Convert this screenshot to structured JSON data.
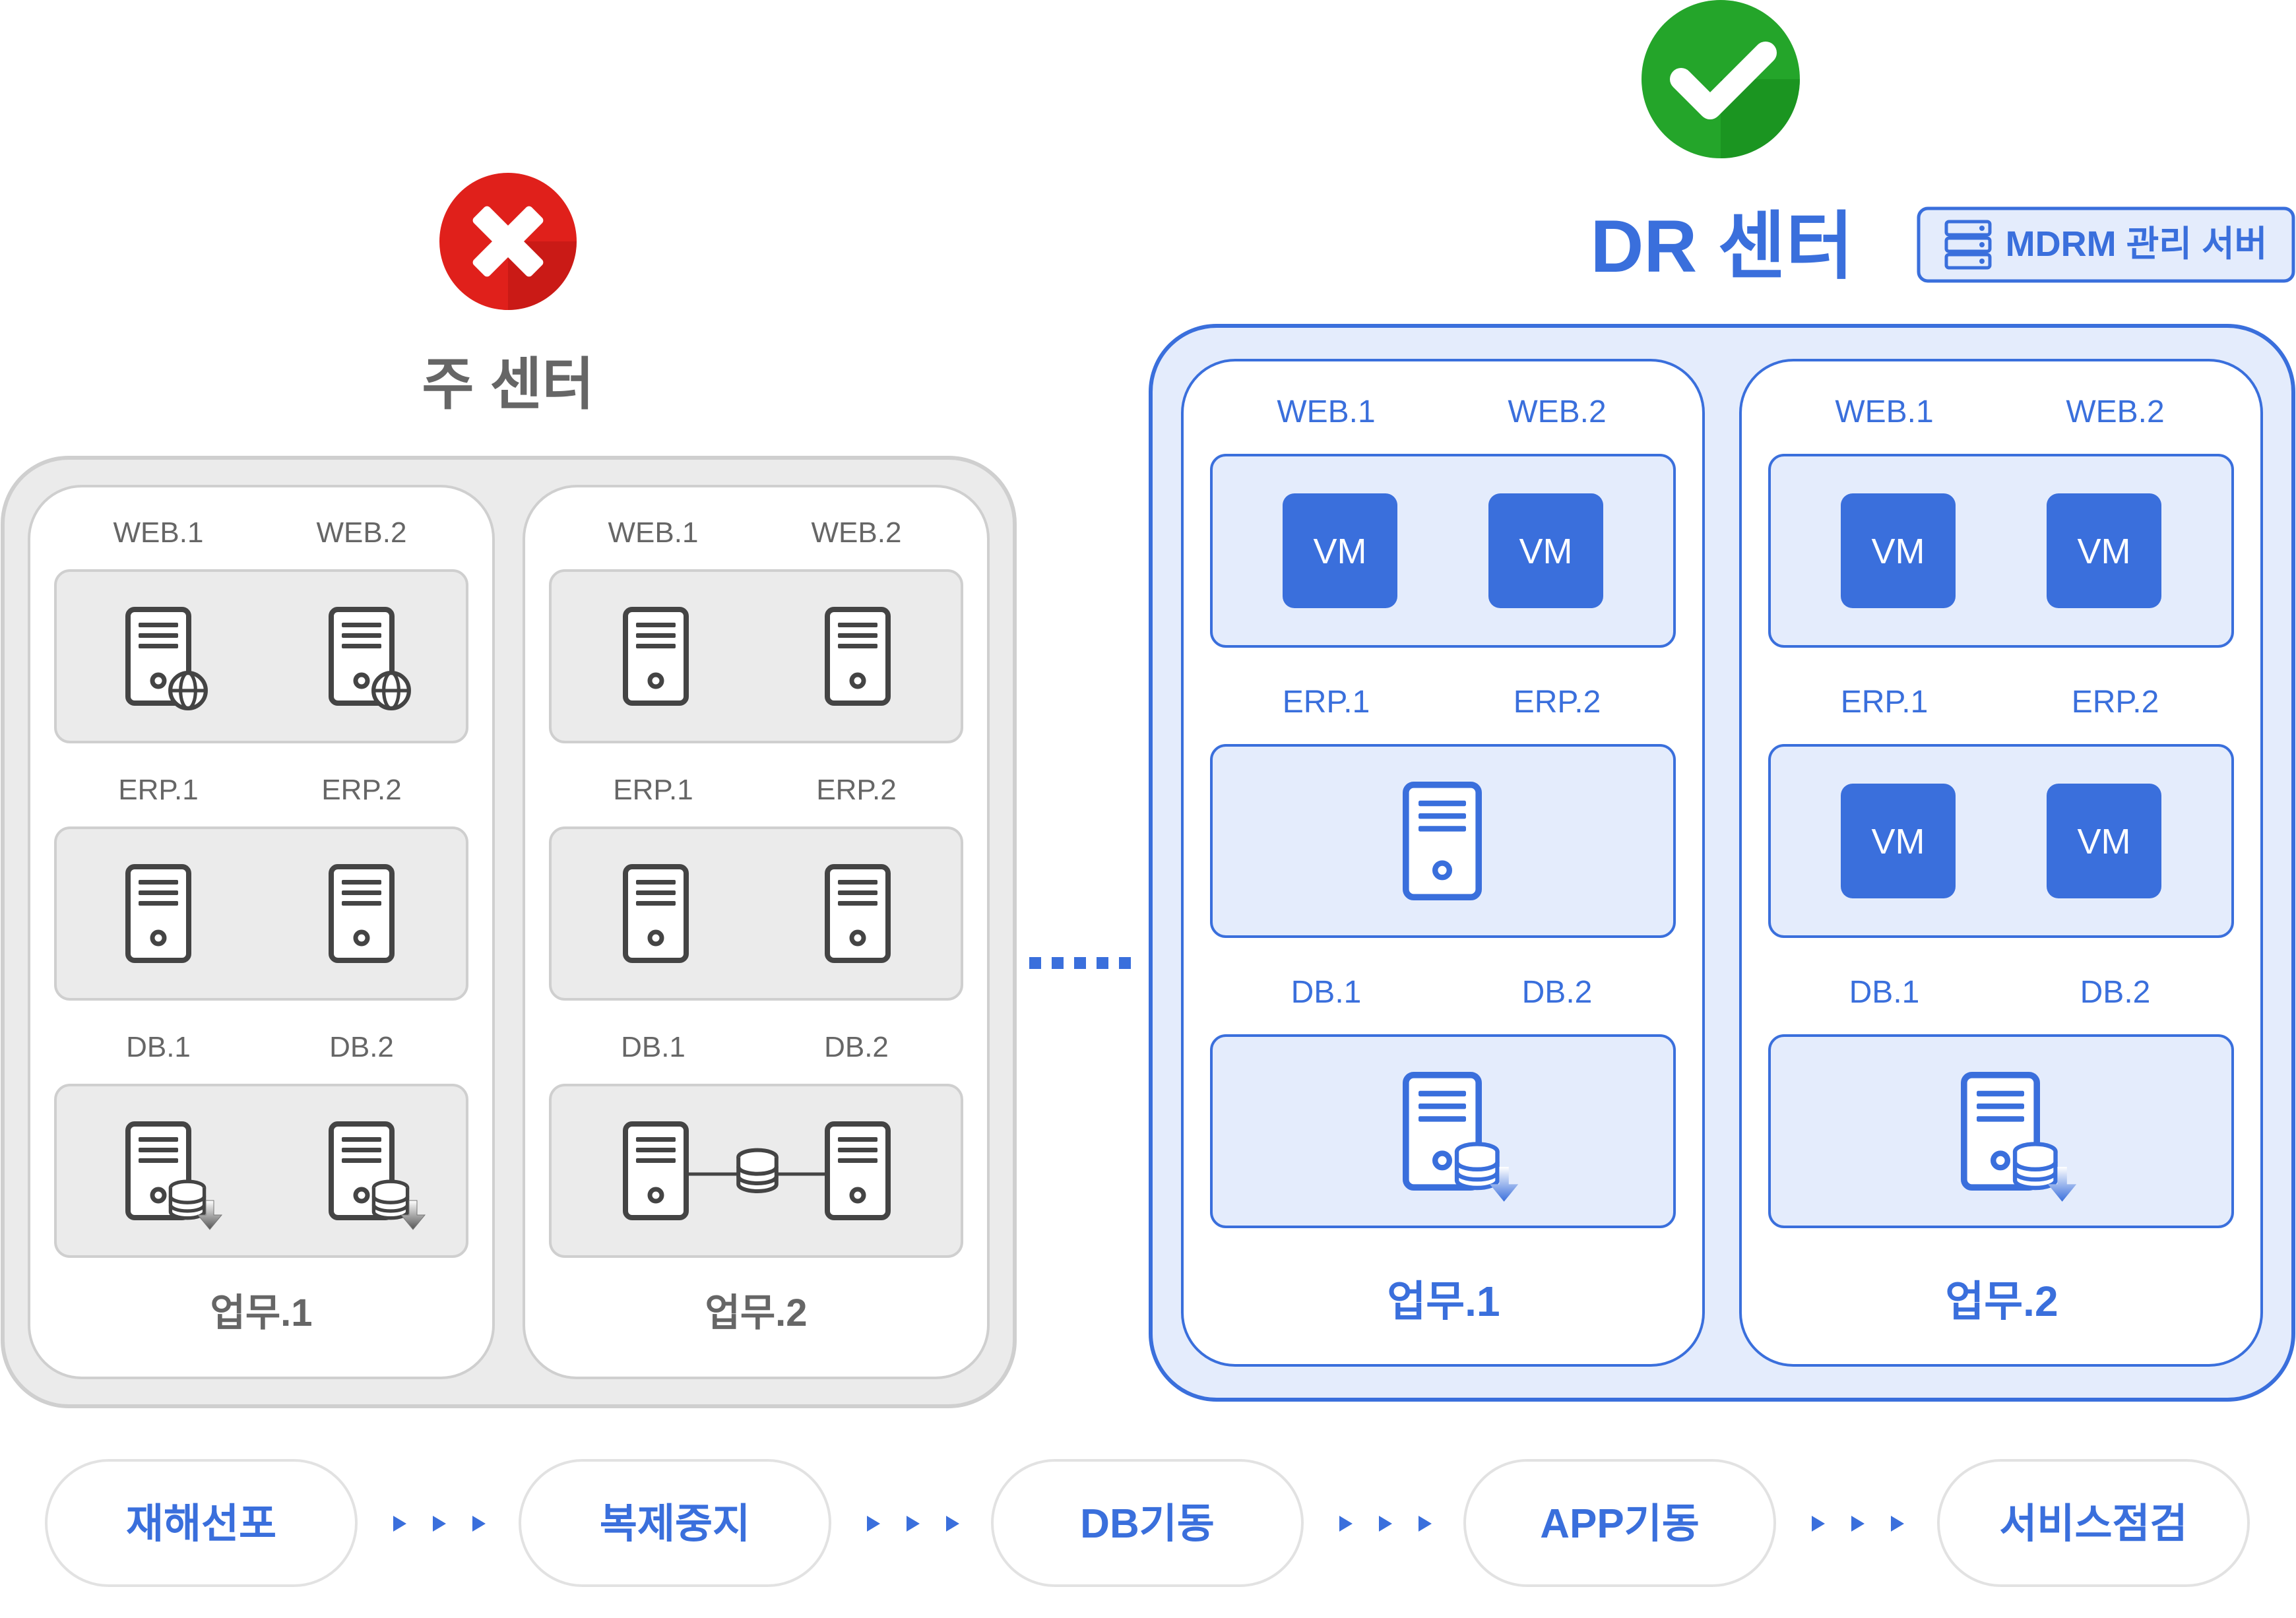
{
  "main_center": {
    "title": "주 센터",
    "status_icon": "x-error-icon",
    "groups": [
      {
        "name": "업무.1",
        "tiers": [
          {
            "labels": [
              "WEB.1",
              "WEB.2"
            ],
            "icon": "server-globe-icon"
          },
          {
            "labels": [
              "ERP.1",
              "ERP.2"
            ],
            "icon": "server-icon"
          },
          {
            "labels": [
              "DB.1",
              "DB.2"
            ],
            "icon": "server-database-download-icon"
          }
        ]
      },
      {
        "name": "업무.2",
        "tiers": [
          {
            "labels": [
              "WEB.1",
              "WEB.2"
            ],
            "icon": "server-icon"
          },
          {
            "labels": [
              "ERP.1",
              "ERP.2"
            ],
            "icon": "server-icon"
          },
          {
            "labels": [
              "DB.1",
              "DB.2"
            ],
            "icon": "server-shared-database-icon"
          }
        ]
      }
    ]
  },
  "dr_center": {
    "title": "DR 센터",
    "status_icon": "check-success-icon",
    "mdrm_badge": "MDRM 관리 서버",
    "groups": [
      {
        "name": "업무.1",
        "tiers": [
          {
            "labels": [
              "WEB.1",
              "WEB.2"
            ],
            "vm_labels": [
              "VM",
              "VM"
            ]
          },
          {
            "labels": [
              "ERP.1",
              "ERP.2"
            ],
            "icon": "server-icon"
          },
          {
            "labels": [
              "DB.1",
              "DB.2"
            ],
            "icon": "server-database-download-icon"
          }
        ]
      },
      {
        "name": "업무.2",
        "tiers": [
          {
            "labels": [
              "WEB.1",
              "WEB.2"
            ],
            "vm_labels": [
              "VM",
              "VM"
            ]
          },
          {
            "labels": [
              "ERP.1",
              "ERP.2"
            ],
            "vm_labels": [
              "VM",
              "VM"
            ]
          },
          {
            "labels": [
              "DB.1",
              "DB.2"
            ],
            "icon": "server-database-download-icon"
          }
        ]
      }
    ]
  },
  "process_steps": [
    "재해선포",
    "복제중지",
    "DB기동",
    "APP기동",
    "서비스점검"
  ],
  "colors": {
    "blue": "#3a6fdc",
    "blue_light_bg": "#e4ecfc",
    "gray_border": "#cfcfcf",
    "gray_panel": "#ebebeb",
    "gray_text": "#666666",
    "error_red": "#e0201b",
    "success_green": "#24a52a"
  }
}
